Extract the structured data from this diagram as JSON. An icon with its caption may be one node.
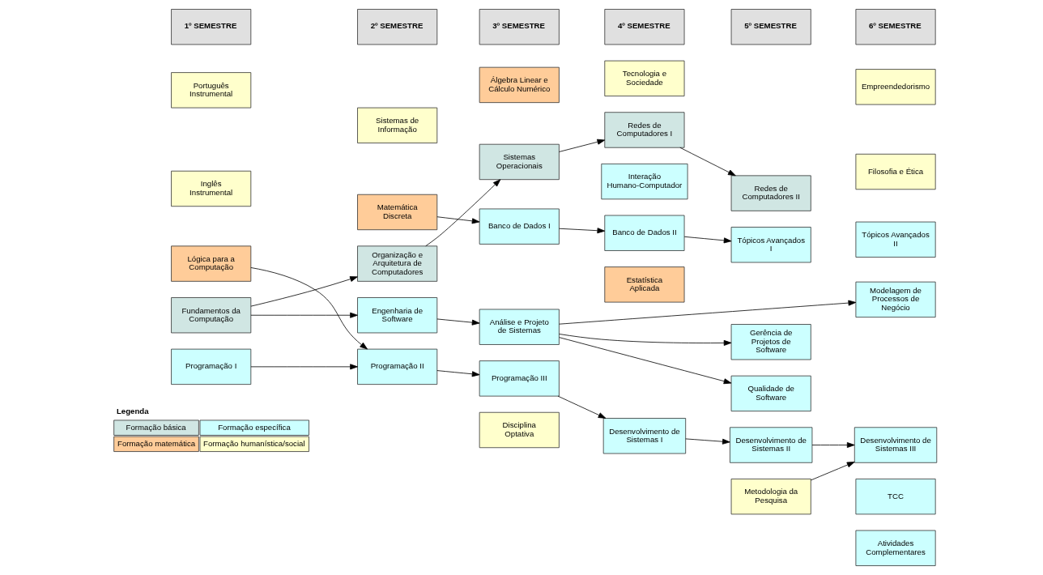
{
  "diagram": {
    "nodes": [
      {
        "text": [
          "1º SEMESTRE"
        ]
      },
      {
        "text": [
          "Português Instrumental"
        ]
      },
      {
        "text": [
          "Inglês Instrumental"
        ]
      },
      {
        "text": [
          "Lógica para a Computação"
        ]
      },
      {
        "text": [
          "Fundamentos da Computação"
        ]
      },
      {
        "text": [
          "Programação I"
        ]
      },
      {
        "text": [
          "2º SEMESTRE"
        ]
      },
      {
        "text": [
          "Sistemas de Informação"
        ]
      },
      {
        "text": [
          "Matemática Discreta"
        ]
      },
      {
        "text": [
          "Organização e Arquitetura de Computadores"
        ]
      },
      {
        "text": [
          "Engenharia de Software"
        ]
      },
      {
        "text": [
          "Programação II"
        ]
      },
      {
        "text": [
          "3º SEMESTRE"
        ]
      },
      {
        "text": [
          "Álgebra Linear e Cálculo Numérico"
        ]
      },
      {
        "text": [
          "Sistemas Operacionais"
        ]
      },
      {
        "text": [
          "Banco de Dados I"
        ]
      },
      {
        "text": [
          "Análise e Projeto de Sistemas"
        ]
      },
      {
        "text": [
          "Programação III"
        ]
      },
      {
        "text": [
          "Disciplina Optativa"
        ]
      },
      {
        "text": [
          "4º SEMESTRE"
        ]
      },
      {
        "text": [
          "Tecnologia e Sociedade"
        ]
      },
      {
        "text": [
          "Redes de Computadores I"
        ]
      },
      {
        "text": [
          "Banco de Dados II"
        ]
      },
      {
        "text": [
          "Estatística Aplicada"
        ]
      },
      {
        "text": [
          "Interação Humano-Computador"
        ]
      },
      {
        "text": [
          "Desenvolvimento de Sistemas I"
        ]
      },
      {
        "text": [
          "5º SEMESTRE"
        ]
      },
      {
        "text": [
          "Metodologia da Pesquisa"
        ]
      },
      {
        "text": [
          "Redes de Computadores II"
        ]
      },
      {
        "text": [
          "Tópicos Avançados I"
        ]
      },
      {
        "text": [
          "Gerência de Projetos de Software"
        ]
      },
      {
        "text": [
          "Qualidade de Software"
        ]
      },
      {
        "text": [
          "Desenvolvimento de Sistemas II"
        ]
      },
      {
        "text": [
          "6º SEMESTRE"
        ]
      },
      {
        "text": [
          "Empreendedorismo"
        ]
      },
      {
        "text": [
          "Filosofia e Ética"
        ]
      },
      {
        "text": [
          "Tópicos Avançados II"
        ]
      },
      {
        "text": [
          "Modelagem de Processos de Negócio"
        ]
      },
      {
        "text": [
          "Desenvolvimento de Sistemas III"
        ]
      },
      {
        "text": [
          "TCC"
        ]
      },
      {
        "text": [
          "Atividades Complementares"
        ]
      }
    ],
    "edges": [
      {
        "from": 3,
        "to": 11,
        "arrow": "to"
      },
      {
        "from": 4,
        "to": 9,
        "arrow": "to"
      },
      {
        "from": 4,
        "to": 10,
        "arrow": "to"
      },
      {
        "from": 5,
        "to": 11,
        "arrow": "to"
      },
      {
        "from": 8,
        "to": 15,
        "arrow": "to"
      },
      {
        "from": 9,
        "to": 14,
        "arrow": "to"
      },
      {
        "from": 10,
        "to": 16,
        "arrow": "to"
      },
      {
        "from": 11,
        "to": 17,
        "arrow": "to"
      },
      {
        "from": 14,
        "to": 21,
        "arrow": "to"
      },
      {
        "from": 15,
        "to": 22,
        "arrow": "to"
      },
      {
        "from": 17,
        "to": 25,
        "arrow": "to"
      },
      {
        "from": 21,
        "to": 28,
        "arrow": "to"
      },
      {
        "from": 22,
        "to": 29,
        "arrow": "to"
      },
      {
        "from": 16,
        "to": 37,
        "arrow": "to"
      },
      {
        "from": 16,
        "to": 30,
        "arrow": "to"
      },
      {
        "from": 16,
        "to": 31,
        "arrow": "to"
      },
      {
        "from": 25,
        "to": 32,
        "arrow": "to"
      },
      {
        "from": 32,
        "to": 38,
        "arrow": "to"
      },
      {
        "from": 27,
        "to": 38,
        "arrow": "to"
      }
    ],
    "labels": [
      "Legenda"
    ],
    "legend": [
      {
        "text": "Formação básica",
        "color": "#d0e6e3"
      },
      {
        "text": "Formação específica",
        "color": "#ccffff"
      },
      {
        "text": "Formação matemática",
        "color": "#ffcc99"
      },
      {
        "text": "Formação humanística/social",
        "color": "#ffffcc"
      }
    ]
  }
}
